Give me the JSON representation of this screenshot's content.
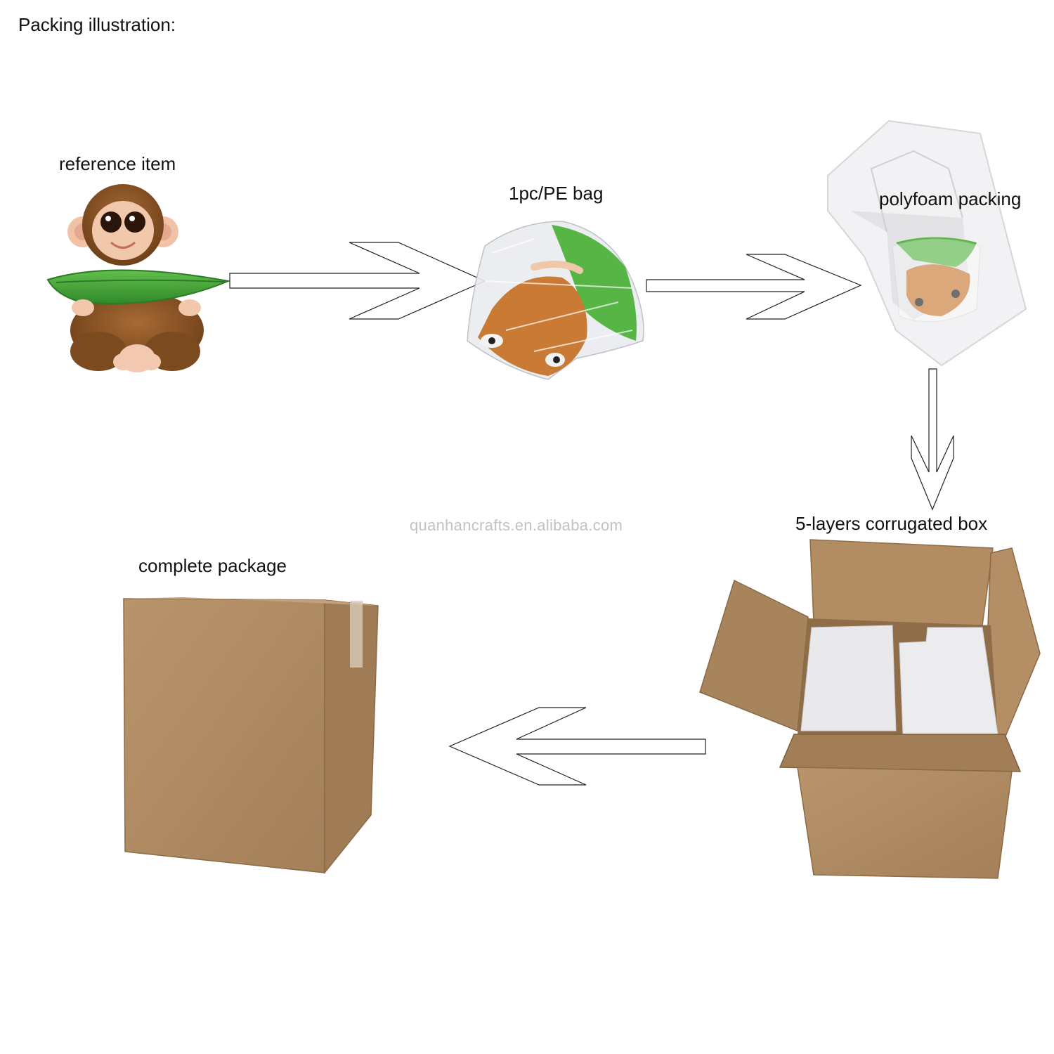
{
  "title": "Packing illustration:",
  "steps": {
    "reference": "reference item",
    "bag": "1pc/PE bag",
    "foam": "polyfoam packing",
    "box": "5-layers corrugated box",
    "complete": "complete package"
  },
  "watermark": "quanhancrafts.en.alibaba.com",
  "colors": {
    "cardboard": "#b38e66",
    "cardboard_dark": "#9c7a55",
    "foam": "#ececee",
    "leaf": "#4caa3c",
    "monkey_fur": "#8a5527"
  }
}
